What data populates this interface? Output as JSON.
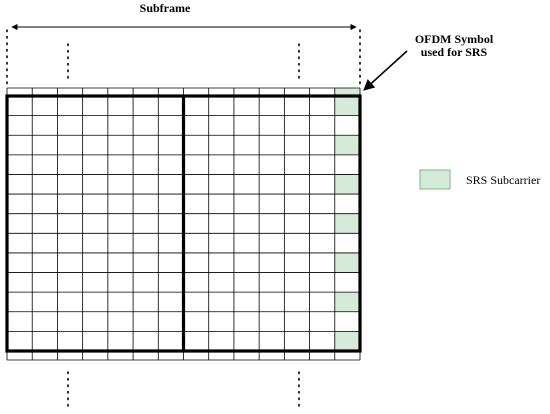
{
  "subframe_label": "Subframe",
  "srs_symbol_label_line1": "OFDM Symbol",
  "srs_symbol_label_line2": "used for SRS",
  "legend_label": "SRS Subcarrier",
  "grid": {
    "symbols": 14,
    "subcarriers": 13,
    "slots": 2,
    "srs_symbol_index": 13,
    "srs_subcarrier_rows": [
      0,
      2,
      4,
      6,
      8,
      10,
      12
    ]
  },
  "colors": {
    "srs_fill": "#d5ead8",
    "srs_stroke": "#7fb58a",
    "grid_line": "#000000"
  }
}
